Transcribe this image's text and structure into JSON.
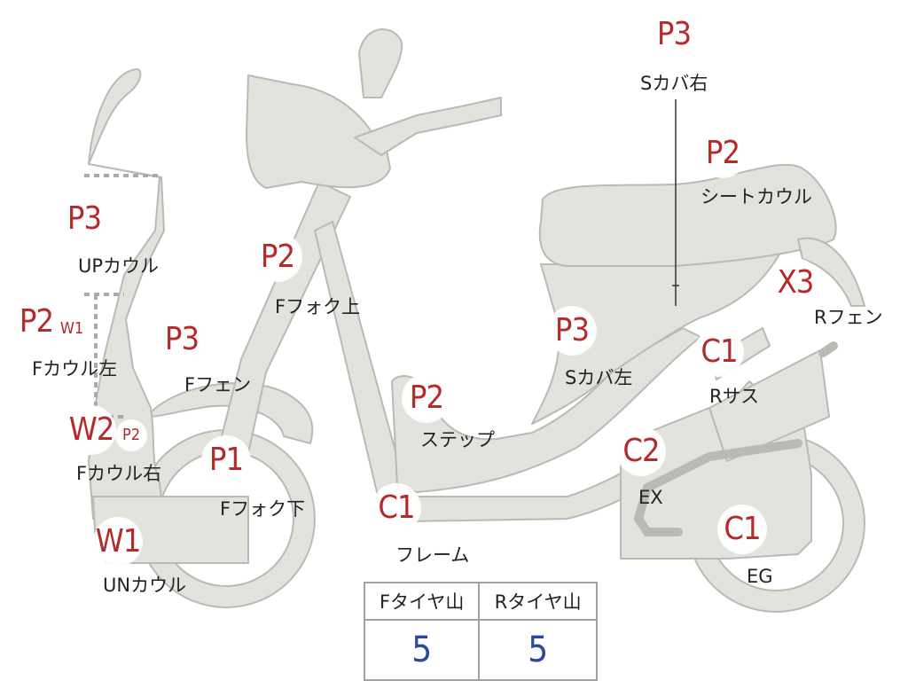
{
  "parts": [
    {
      "id": "s-cover-right",
      "code": "P3",
      "label": "Sカバ右"
    },
    {
      "id": "seat-cowl",
      "code": "P2",
      "label": "シートカウル"
    },
    {
      "id": "up-cowl",
      "code": "P3",
      "label": "UPカウル"
    },
    {
      "id": "f-fork-upper",
      "code": "P2",
      "label": "Fフォク上"
    },
    {
      "id": "f-cowl-left",
      "code": "P2",
      "code2": "W1",
      "label": "Fカウル左"
    },
    {
      "id": "f-fender",
      "code": "P3",
      "label": "Fフェン"
    },
    {
      "id": "r-fender",
      "code": "X3",
      "label": "Rフェン"
    },
    {
      "id": "s-cover-left",
      "code": "P3",
      "label": "Sカバ左"
    },
    {
      "id": "r-suspension",
      "code": "C1",
      "label": "Rサス"
    },
    {
      "id": "step",
      "code": "P2",
      "label": "ステップ"
    },
    {
      "id": "f-cowl-right",
      "code": "W2",
      "code2": "P2",
      "label": "Fカウル右"
    },
    {
      "id": "f-fork-lower",
      "code": "P1",
      "label": "Fフォク下"
    },
    {
      "id": "exhaust",
      "code": "C2",
      "label": "EX"
    },
    {
      "id": "frame",
      "code": "C1",
      "label": "フレーム"
    },
    {
      "id": "engine",
      "code": "C1",
      "label": "EG"
    },
    {
      "id": "un-cowl",
      "code": "W1",
      "label": "UNカウル"
    }
  ],
  "tire_table": {
    "headers": [
      "Fタイヤ山",
      "Rタイヤ山"
    ],
    "values": [
      "5",
      "5"
    ]
  },
  "colors": {
    "part_fill": "#e3e3de",
    "part_stroke": "#b9bab5",
    "code_text": "#b52a2a",
    "value_text": "#2c4a9a",
    "dotted_line": "#a7abb0"
  }
}
